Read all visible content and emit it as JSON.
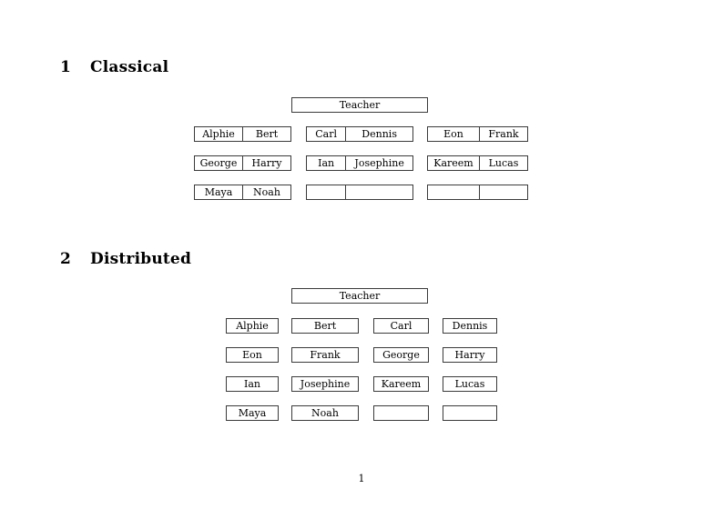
{
  "document": {
    "page_number": "1",
    "sections": [
      {
        "number": "1",
        "title": "Classical",
        "teacher_label": "Teacher",
        "layout": "paired-groups",
        "groups": [
          {
            "rows": [
              [
                "Alphie",
                "Bert"
              ],
              [
                "George",
                "Harry"
              ],
              [
                "Maya",
                "Noah"
              ]
            ]
          },
          {
            "rows": [
              [
                "Carl",
                "Dennis"
              ],
              [
                "Ian",
                "Josephine"
              ],
              [
                "",
                ""
              ]
            ]
          },
          {
            "rows": [
              [
                "Eon",
                "Frank"
              ],
              [
                "Kareem",
                "Lucas"
              ],
              [
                "",
                ""
              ]
            ]
          }
        ]
      },
      {
        "number": "2",
        "title": "Distributed",
        "teacher_label": "Teacher",
        "layout": "individual-boxes",
        "rows": [
          [
            "Alphie",
            "Bert",
            "Carl",
            "Dennis"
          ],
          [
            "Eon",
            "Frank",
            "George",
            "Harry"
          ],
          [
            "Ian",
            "Josephine",
            "Kareem",
            "Lucas"
          ],
          [
            "Maya",
            "Noah",
            "",
            ""
          ]
        ]
      }
    ]
  }
}
